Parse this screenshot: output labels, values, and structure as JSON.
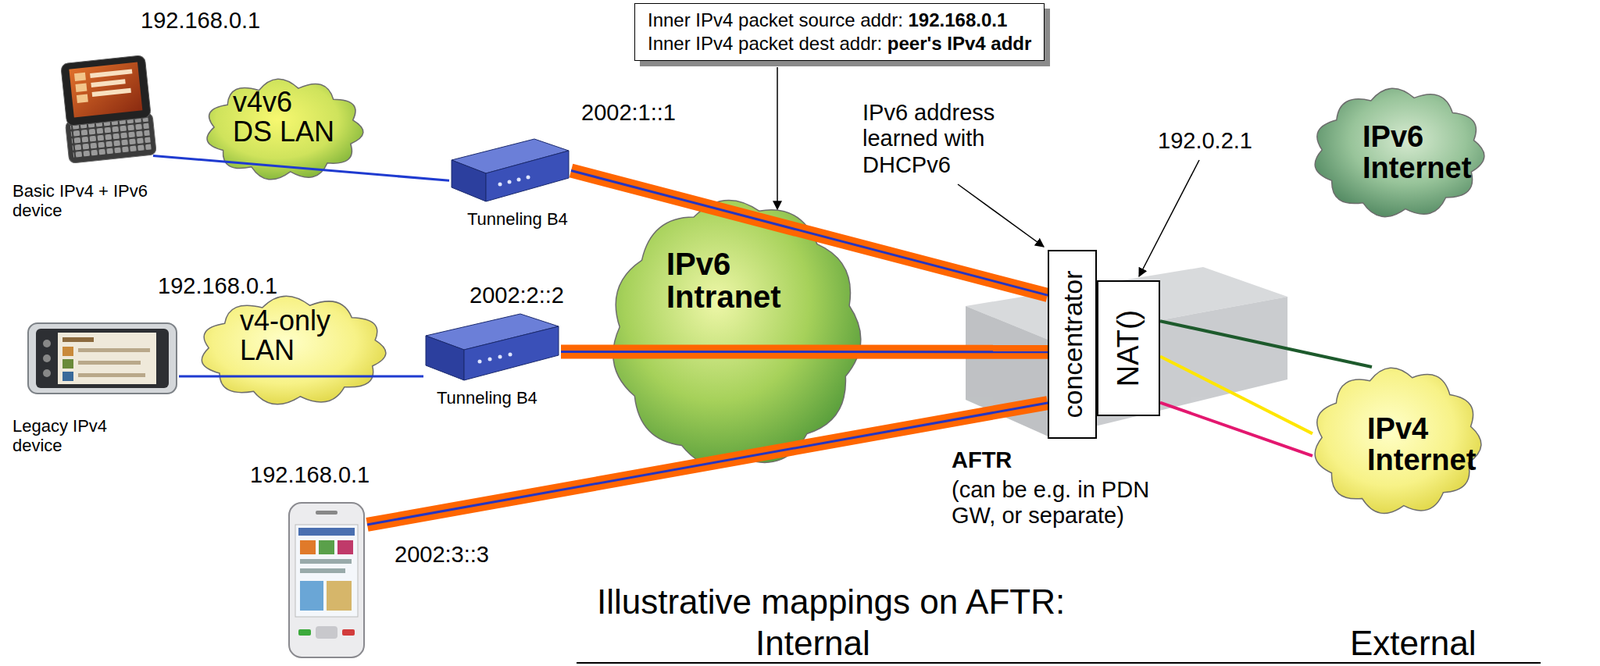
{
  "diagram": {
    "nodes": [
      {
        "text": [
          "Inner IPv4 packet source addr: 192.168.0.1",
          "Inner IPv4 packet dest addr: peer's IPv4 addr"
        ]
      },
      {
        "text": [
          "192.168.0.1",
          "Basic IPv4 + IPv6 device"
        ]
      },
      {
        "text": [
          "v4v6 DS LAN"
        ]
      },
      {
        "text": [
          "Tunneling B4"
        ]
      },
      {
        "text": [
          "IPv6 Internet"
        ]
      },
      {
        "text": [
          "192.168.0.1",
          "Legacy IPv4 device"
        ]
      },
      {
        "text": [
          "v4-only LAN"
        ]
      },
      {
        "text": [
          "Tunneling B4"
        ]
      },
      {
        "text": [
          "IPv6 Intranet"
        ]
      },
      {
        "text": [
          "AFTR",
          "(can be e.g. in PDN GW, or separate)"
        ]
      },
      {
        "text": [
          "concentrator"
        ],
        "in": 9
      },
      {
        "text": [
          "NAT()"
        ],
        "in": 9
      },
      {
        "text": [
          "192.168.0.1"
        ]
      },
      {
        "text": [
          "IPv4 Internet"
        ]
      }
    ],
    "edges": [
      {
        "from": 1,
        "to": 3,
        "arrow": "none"
      },
      {
        "from": 5,
        "to": 7,
        "arrow": "none"
      },
      {
        "from": 3,
        "to": 10,
        "arrow": "none"
      },
      {
        "from": 7,
        "to": 10,
        "arrow": "none"
      },
      {
        "from": 12,
        "to": 10,
        "arrow": "none"
      },
      {
        "from": 11,
        "to": 13,
        "arrow": "none"
      },
      {
        "from": 11,
        "to": 13,
        "arrow": "none"
      },
      {
        "from": 11,
        "to": 13,
        "arrow": "none"
      }
    ],
    "labels": [
      "2002:1::1",
      "IPv6 address learned with DHCPv6",
      "192.0.2.1",
      "2002:2::2",
      "2002:3::3",
      "Illustrative mappings on AFTR:",
      "Internal",
      "External"
    ]
  }
}
